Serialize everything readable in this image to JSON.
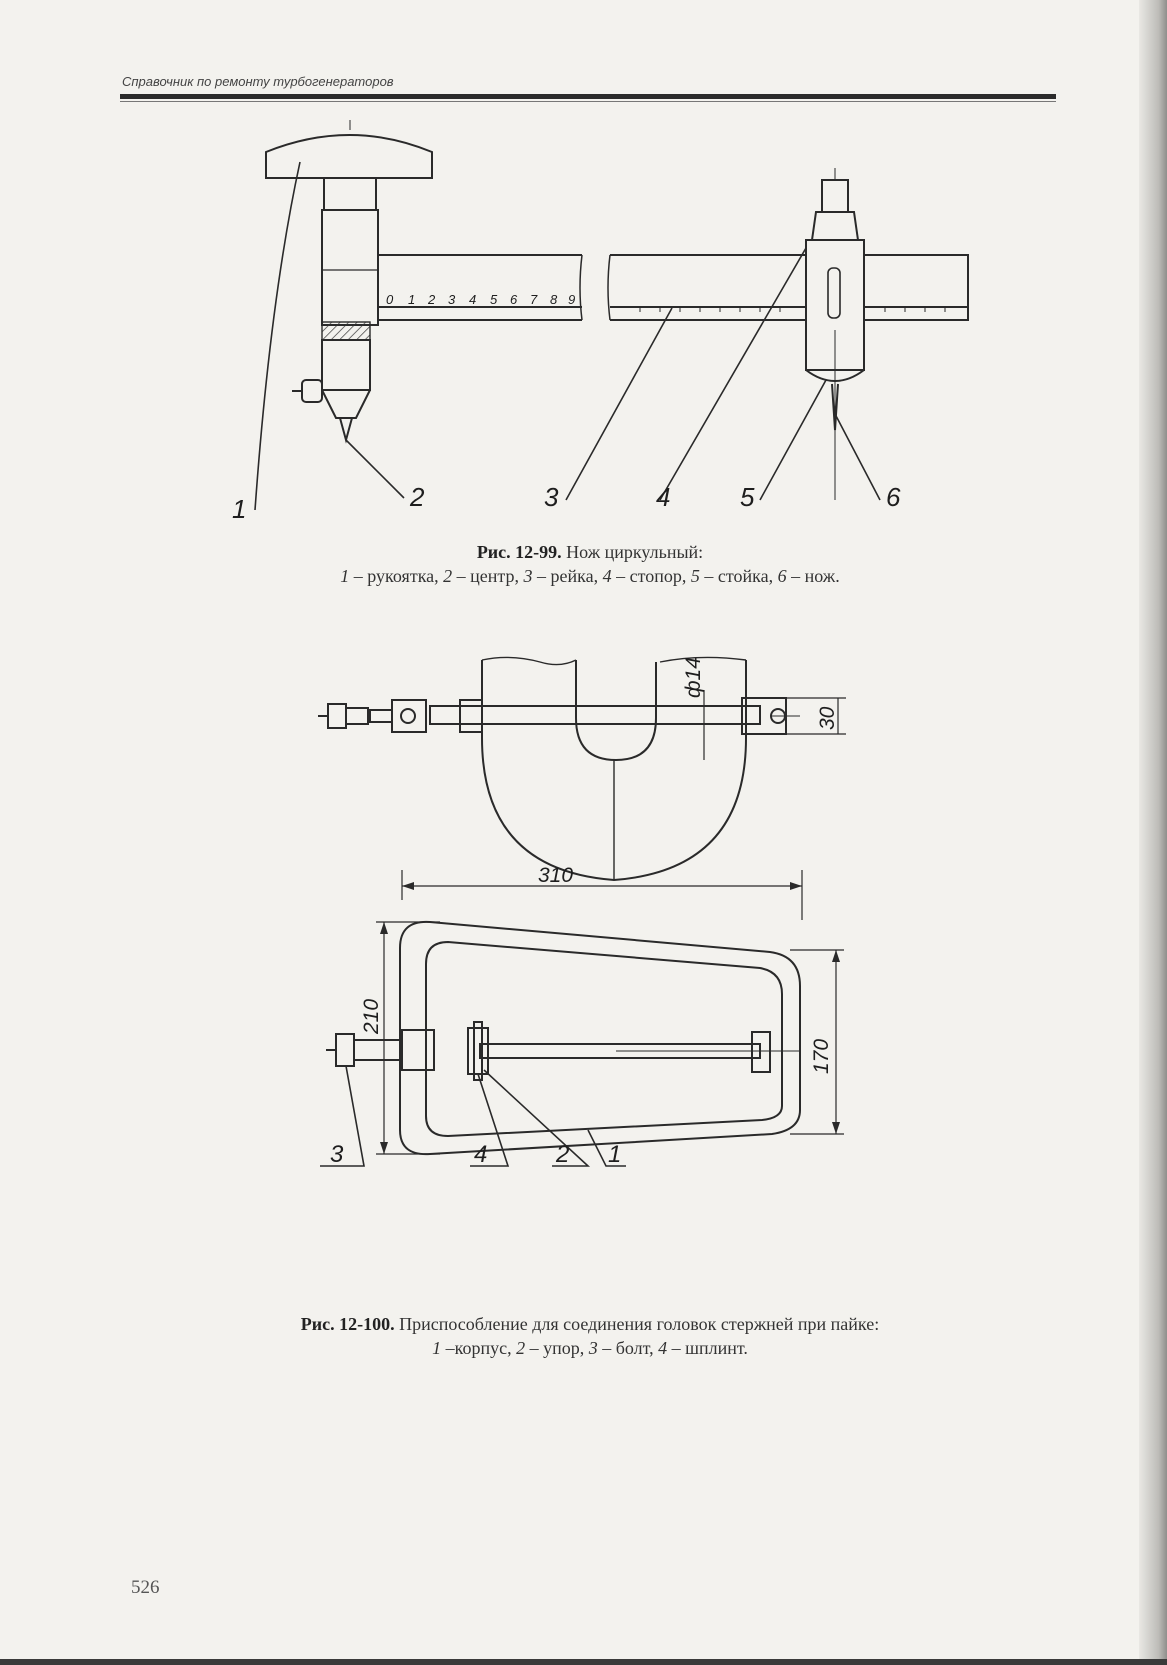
{
  "header": {
    "running_title": "Справочник по ремонту турбогенераторов"
  },
  "fig99": {
    "scale_digits": [
      "0",
      "1",
      "2",
      "3",
      "4",
      "5",
      "6",
      "7",
      "8",
      "9"
    ],
    "callouts": [
      "1",
      "2",
      "3",
      "4",
      "5",
      "6"
    ],
    "caption_title": "Рис. 12-99.",
    "caption_text": "Нож циркульный:",
    "legend": [
      {
        "num": "1",
        "text": " – рукоятка, "
      },
      {
        "num": "2",
        "text": " – центр, "
      },
      {
        "num": "3",
        "text": " – рейка, "
      },
      {
        "num": "4",
        "text": " – стопор, "
      },
      {
        "num": "5",
        "text": " – стойка, "
      },
      {
        "num": "6",
        "text": " – нож."
      }
    ]
  },
  "fig100": {
    "dimensions": {
      "diameter": "ф14",
      "height_top": "30",
      "width": "310",
      "height_left": "210",
      "height_right": "170"
    },
    "callouts": [
      "3",
      "4",
      "2",
      "1"
    ],
    "caption_title": "Рис. 12-100.",
    "caption_text": "Приспособление для соединения головок стержней при пайке:",
    "legend": [
      {
        "num": "1",
        "text": " –корпус, "
      },
      {
        "num": "2",
        "text": " – упор, "
      },
      {
        "num": "3",
        "text": " – болт, "
      },
      {
        "num": "4",
        "text": " – шплинт."
      }
    ]
  },
  "footer": {
    "page_number": "526"
  }
}
